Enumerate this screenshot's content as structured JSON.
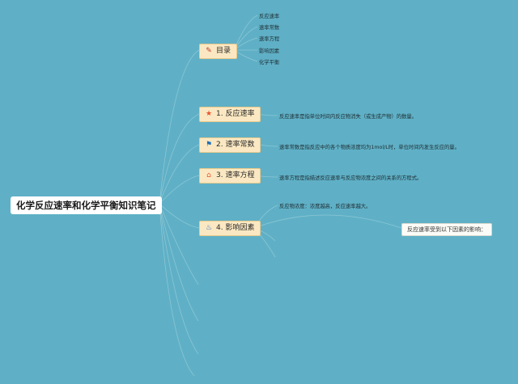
{
  "mindmap": {
    "root": {
      "title": "化学反应速率和化学平衡知识笔记"
    },
    "toc": {
      "label": "目录",
      "items": [
        "反应速率",
        "速率常数",
        "速率方程",
        "影响因素",
        "化学平衡"
      ]
    },
    "sections": [
      {
        "label": "1. 反应速率",
        "icon": "star-icon",
        "text": "反应速率是指单位时间内反应物消失（或生成产物）的数量。"
      },
      {
        "label": "2. 速率常数",
        "icon": "flag-icon",
        "text": "速率常数是指反应中的各个物质浓度均为1mol/L时，单位时间内发生反应的量。"
      },
      {
        "label": "3. 速率方程",
        "icon": "home-icon",
        "text": "速率方程是指描述反应速率与反应物浓度之间的关系的方程式。"
      },
      {
        "label": "4. 影响因素",
        "icon": "flame-icon",
        "text": "反应物浓度：浓度越高，反应速率越大。"
      }
    ],
    "note": "反应速率受到以下因素的影响："
  },
  "colors": {
    "background": "#5fb0c6",
    "branch_fill": "#fbe8c2",
    "branch_border": "#e8c98c",
    "connector": "#8cc6d4"
  }
}
